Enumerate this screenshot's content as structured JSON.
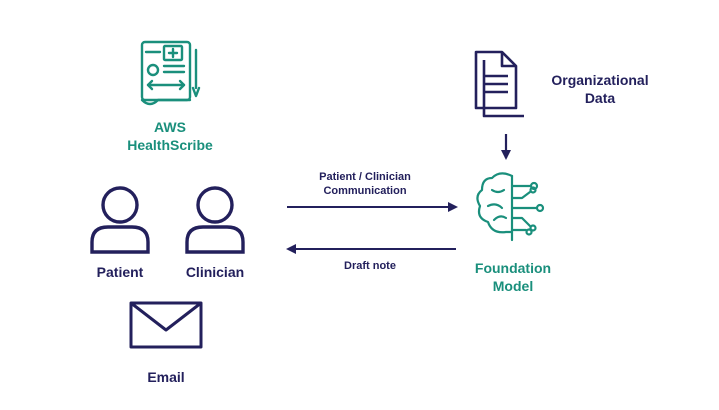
{
  "nodes": {
    "healthscribe": {
      "line1": "AWS",
      "line2": "HealthScribe",
      "icon": "medical-document-icon"
    },
    "org_data": {
      "line1": "Organizational",
      "line2": "Data",
      "icon": "documents-icon"
    },
    "patient": {
      "label": "Patient",
      "icon": "person-icon"
    },
    "clinician": {
      "label": "Clinician",
      "icon": "person-icon"
    },
    "foundation_model": {
      "line1": "Foundation",
      "line2": "Model",
      "icon": "brain-circuit-icon"
    },
    "email": {
      "label": "Email",
      "icon": "envelope-icon"
    }
  },
  "edges": {
    "communication": {
      "line1": "Patient / Clinician",
      "line2": "Communication"
    },
    "draft": {
      "label": "Draft note"
    }
  },
  "colors": {
    "teal": "#1a8f7c",
    "navy": "#23205c",
    "arrow": "#23205c"
  }
}
